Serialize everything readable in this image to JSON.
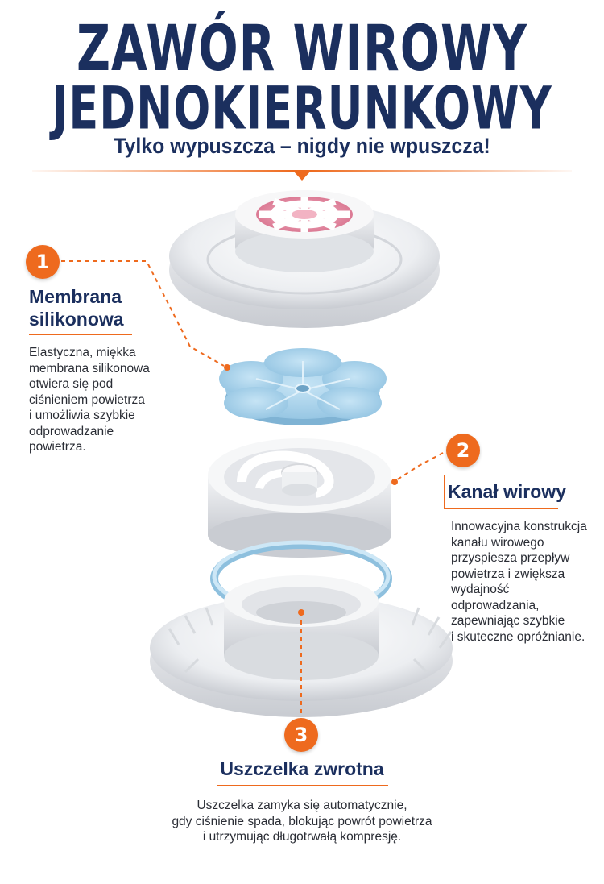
{
  "title": {
    "line1": "ZAWÓR WIROWY",
    "line2": "JEDNOKIERUNKOWY",
    "subtitle": "Tylko wypuszcza – nigdy nie wpuszcza!"
  },
  "features": [
    {
      "number": "1",
      "heading_line1": "Membrana",
      "heading_line2": "silikonowa",
      "desc_lines": [
        "Elastyczna, miękka",
        "membrana silikonowa",
        "otwiera się pod",
        "ciśnieniem powietrza",
        "i umożliwia szybkie",
        "odprowadzanie",
        "powietrza."
      ]
    },
    {
      "number": "2",
      "heading": "Kanał wirowy",
      "desc_lines": [
        "Innowacyjna konstrukcja",
        "kanału wirowego",
        "przyspiesza przepływ",
        "powietrza i zwiększa",
        "wydajność odprowadzania,",
        "zapewniając szybkie",
        "i skuteczne opróżnianie."
      ]
    },
    {
      "number": "3",
      "heading": "Uszczelka zwrotna",
      "desc_lines": [
        "Uszczelka zamyka się automatycznie,",
        "gdy ciśnienie spada, blokując powrót powietrza",
        "i utrzymując długotrwałą kompresję."
      ]
    }
  ],
  "colors": {
    "accent": "#ee6a1e",
    "navy": "#1b2f5e",
    "membrane": "#a9d3ec",
    "valve_center": "#e58aa4"
  }
}
